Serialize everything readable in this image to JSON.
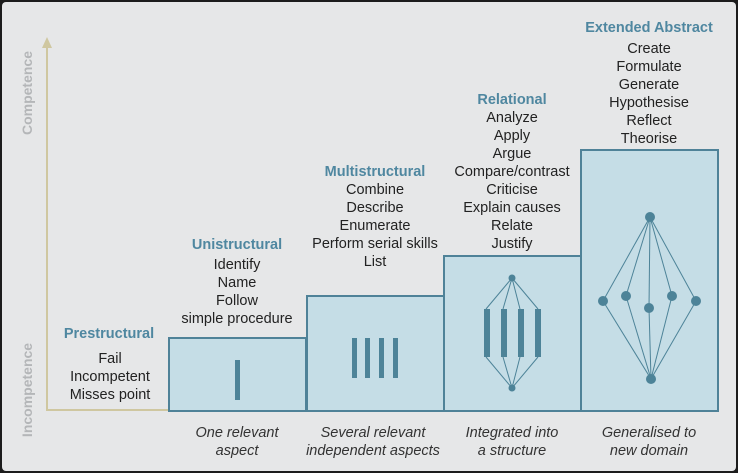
{
  "axis": {
    "top_label": "Competence",
    "bottom_label": "Incompetence"
  },
  "levels": [
    {
      "title": "Prestructural",
      "verbs": [
        "Fail",
        "Incompetent",
        "Misses point"
      ],
      "caption": [],
      "icon": "none"
    },
    {
      "title": "Unistructural",
      "verbs": [
        "Identify",
        "Name",
        "Follow",
        "simple procedure"
      ],
      "caption": [
        "One relevant",
        "aspect"
      ],
      "icon": "single-bar-icon"
    },
    {
      "title": "Multistructural",
      "verbs": [
        "Combine",
        "Describe",
        "Enumerate",
        "Perform serial skills",
        "List"
      ],
      "caption": [
        "Several relevant",
        "independent aspects"
      ],
      "icon": "four-bars-icon"
    },
    {
      "title": "Relational",
      "verbs": [
        "Analyze",
        "Apply",
        "Argue",
        "Compare/contrast",
        "Criticise",
        "Explain causes",
        "Relate",
        "Justify"
      ],
      "caption": [
        "Integrated into",
        "a structure"
      ],
      "icon": "connected-bars-icon"
    },
    {
      "title": "Extended Abstract",
      "verbs": [
        "Create",
        "Formulate",
        "Generate",
        "Hypothesise",
        "Reflect",
        "Theorise"
      ],
      "caption": [
        "Generalised to",
        "new domain"
      ],
      "icon": "diamond-network-icon"
    }
  ],
  "colors": {
    "accent": "#4f87a0",
    "box_fill": "#c5dde6",
    "box_stroke": "#4f8298",
    "axis": "#cfc7a0"
  }
}
